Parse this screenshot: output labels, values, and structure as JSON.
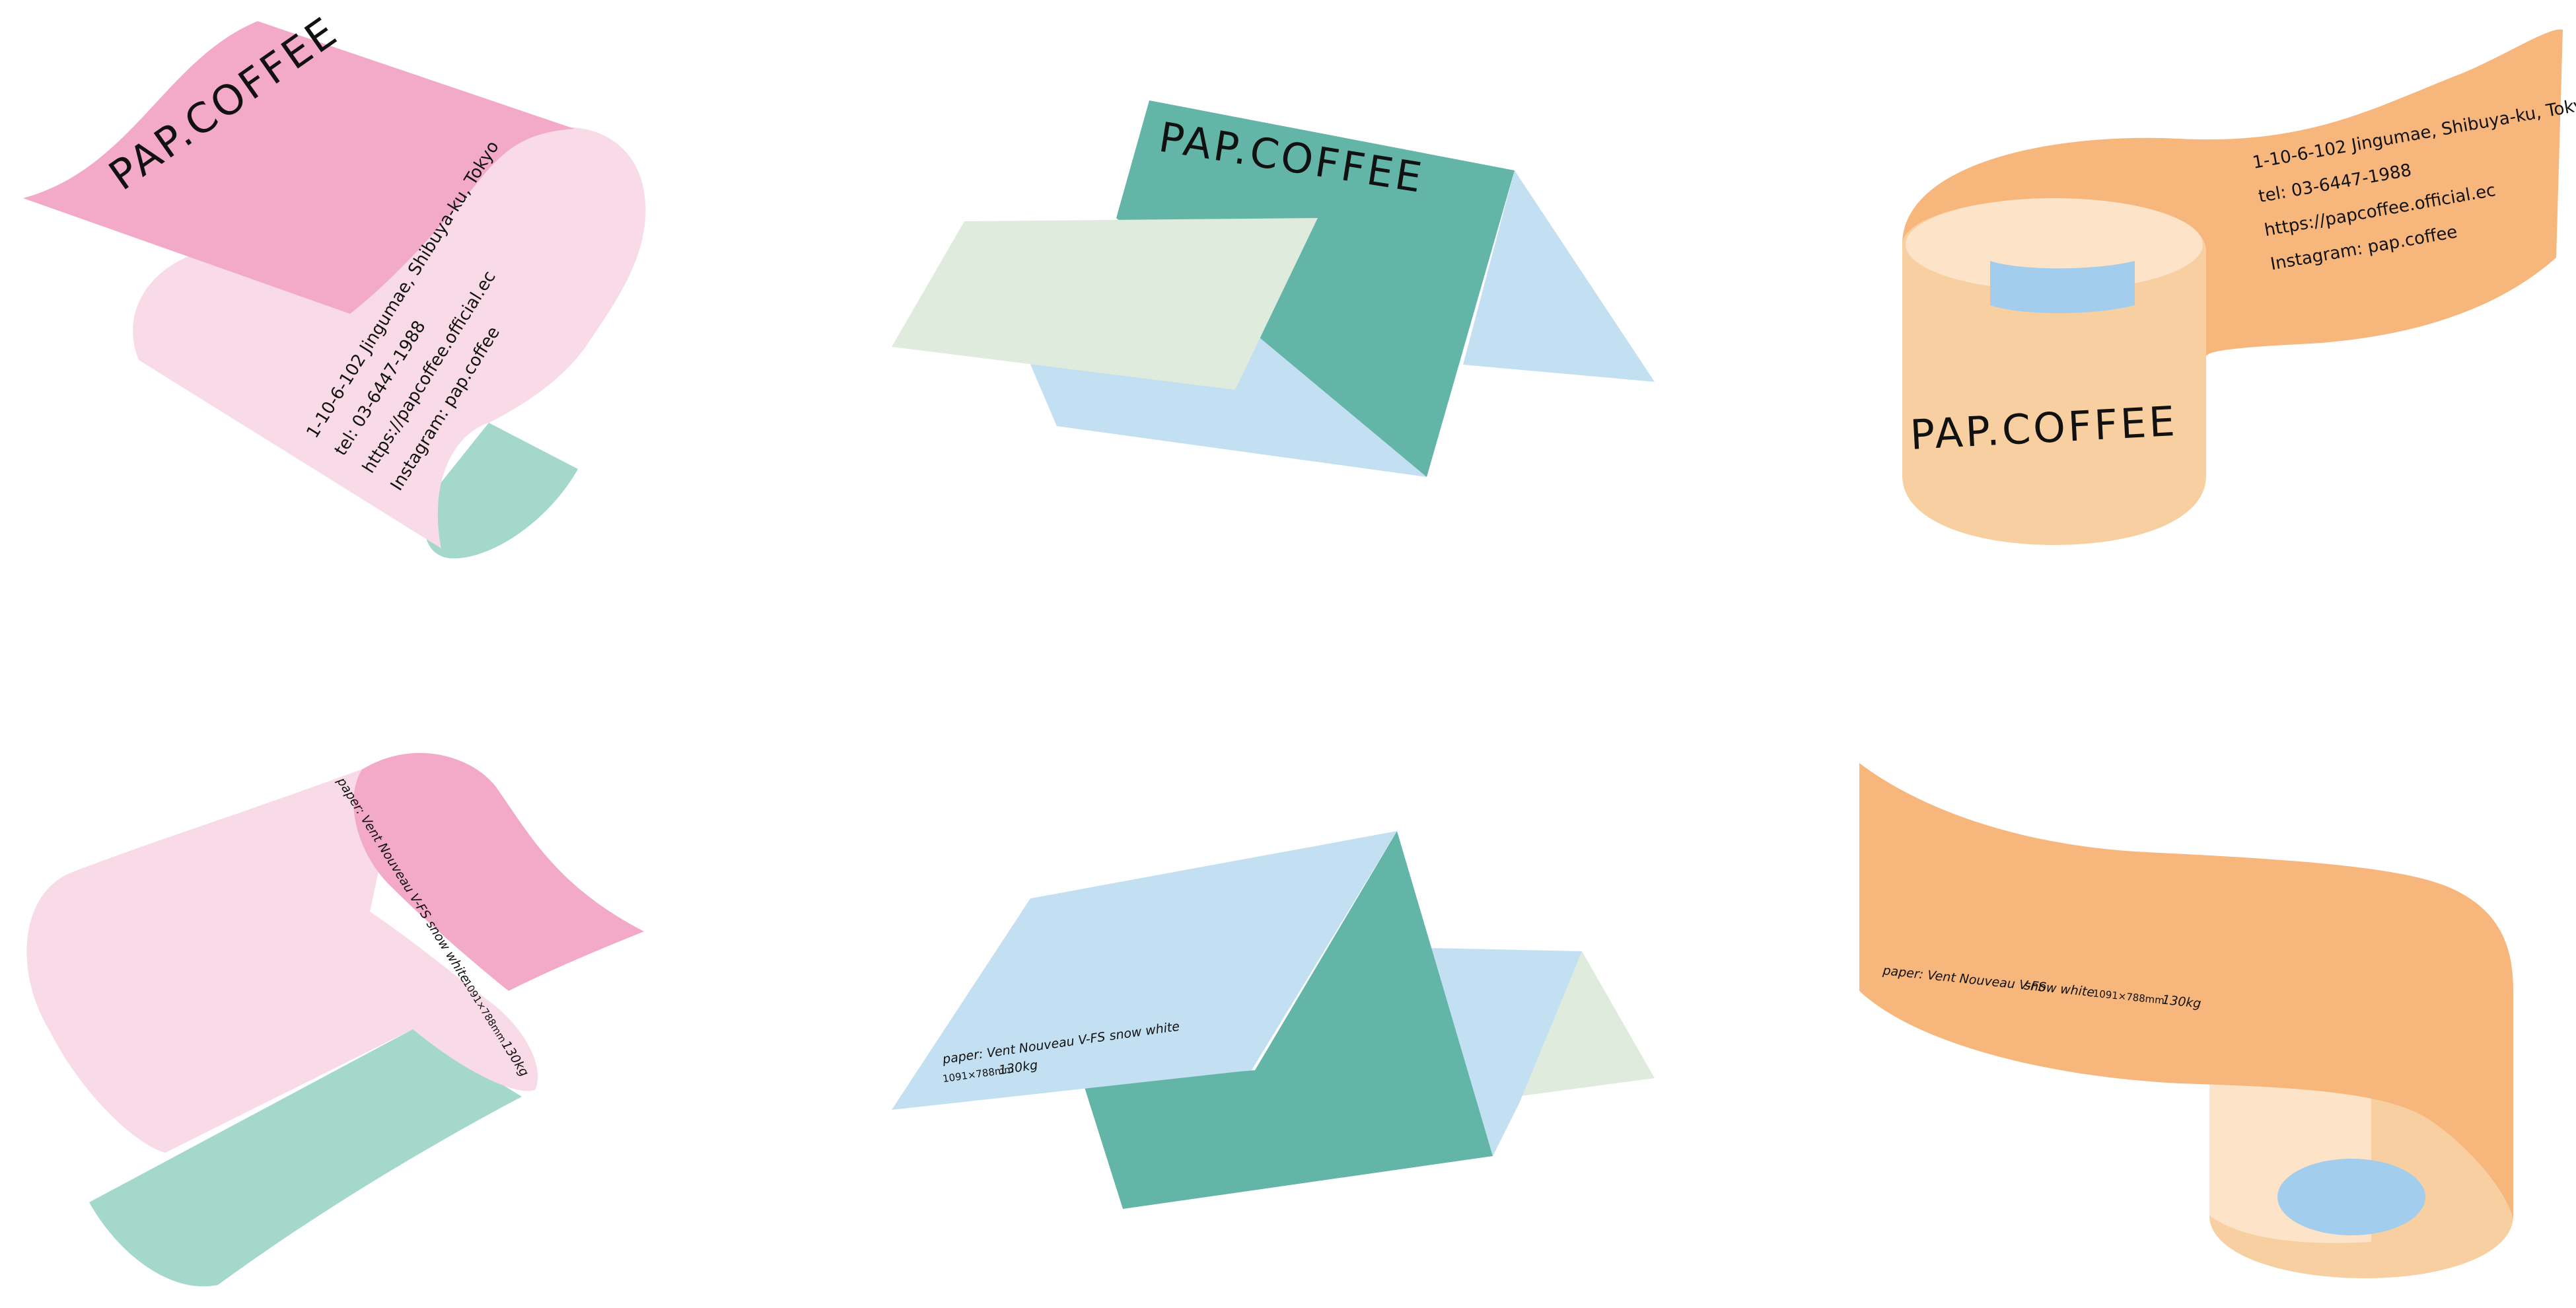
{
  "brand": {
    "name": "PAP.COFFEE"
  },
  "contact": {
    "address": "1-10-6-102 Jingumae, Shibuya-ku, Tokyo",
    "tel": "tel: 03-6447-1988",
    "url": "https://papcoffee.official.ec",
    "instagram": "Instagram: pap.coffee"
  },
  "paper_spec": {
    "paper": "paper: Vent Nouveau V-FS",
    "color": "snow white",
    "size": "1091×788mm",
    "weight": "130kg"
  },
  "colors": {
    "pink_dark": "#f2aac8",
    "pink_light": "#f8dbe6",
    "mint": "#a3d8cb",
    "teal": "#63b5a7",
    "sky": "#c2e0f1",
    "sage": "#dfebdc",
    "orange_dark": "#f6b67c",
    "orange_light": "#f8cfa0",
    "peach": "#fde3c8",
    "blue": "#a2cdec"
  }
}
